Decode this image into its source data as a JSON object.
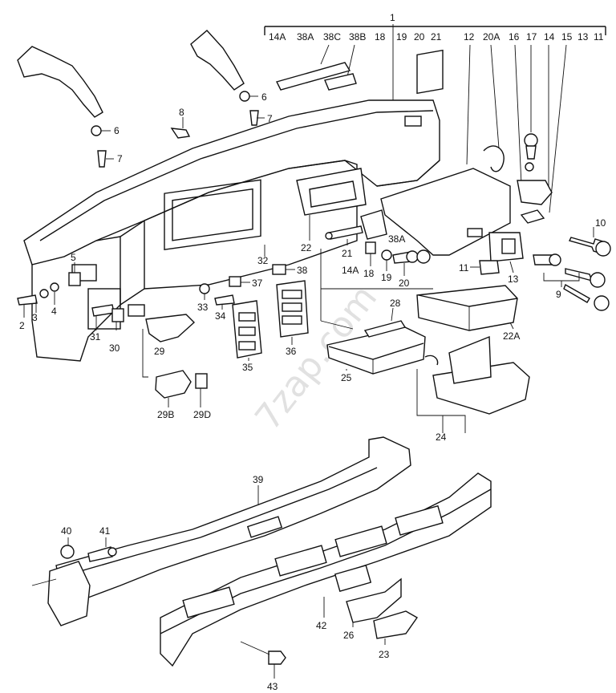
{
  "watermark": "7zap.com",
  "top_group": {
    "main": "1",
    "items": [
      "14A",
      "38A",
      "38C",
      "38B",
      "18",
      "19",
      "20",
      "21",
      "12",
      "20A",
      "16",
      "17",
      "14",
      "15",
      "13",
      "11"
    ]
  },
  "labels": {
    "l2": "2",
    "l3": "3",
    "l4": "4",
    "l5": "5",
    "l6a": "6",
    "l6b": "6",
    "l7a": "7",
    "l7b": "7",
    "l8": "8",
    "l9": "9",
    "l10": "10",
    "l11": "11",
    "l13": "13",
    "l14A": "14A",
    "l18": "18",
    "l19": "19",
    "l20": "20",
    "l21": "21",
    "l22": "22",
    "l22A": "22A",
    "l23": "23",
    "l24": "24",
    "l25": "25",
    "l26": "26",
    "l28": "28",
    "l29": "29",
    "l29B": "29B",
    "l29D": "29D",
    "l30": "30",
    "l31": "31",
    "l32": "32",
    "l33": "33",
    "l34": "34",
    "l35": "35",
    "l36": "36",
    "l37": "37",
    "l38": "38",
    "l38A": "38A",
    "l39": "39",
    "l40": "40",
    "l41": "41",
    "l42": "42",
    "l43": "43"
  }
}
